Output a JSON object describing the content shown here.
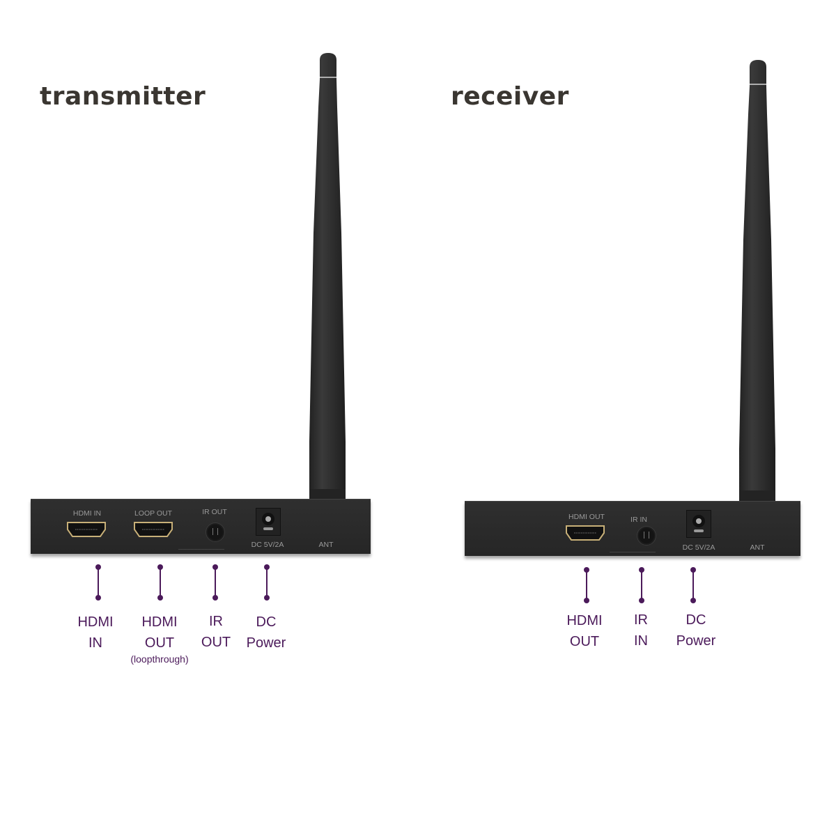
{
  "transmitter": {
    "title": "transmitter",
    "panel_labels": {
      "hdmi_in": "HDMI IN",
      "loop_out": "LOOP OUT",
      "ir_out": "IR OUT",
      "dc": "DC 5V/2A",
      "ant": "ANT"
    },
    "callouts": [
      {
        "line1": "HDMI",
        "line2": "IN",
        "note": ""
      },
      {
        "line1": "HDMI",
        "line2": "OUT",
        "note": "(loopthrough)"
      },
      {
        "line1": "IR",
        "line2": "OUT",
        "note": ""
      },
      {
        "line1": "DC",
        "line2": "Power",
        "note": ""
      }
    ]
  },
  "receiver": {
    "title": "receiver",
    "panel_labels": {
      "hdmi_out": "HDMI OUT",
      "ir_in": "IR IN",
      "dc": "DC 5V/2A",
      "ant": "ANT"
    },
    "callouts": [
      {
        "line1": "HDMI",
        "line2": "OUT",
        "note": ""
      },
      {
        "line1": "IR",
        "line2": "IN",
        "note": ""
      },
      {
        "line1": "DC",
        "line2": "Power",
        "note": ""
      }
    ]
  },
  "colors": {
    "title": "#3a3631",
    "callout": "#4b1a5a",
    "device": "#2b2b2b",
    "hdmi_gold": "#c8b078"
  }
}
